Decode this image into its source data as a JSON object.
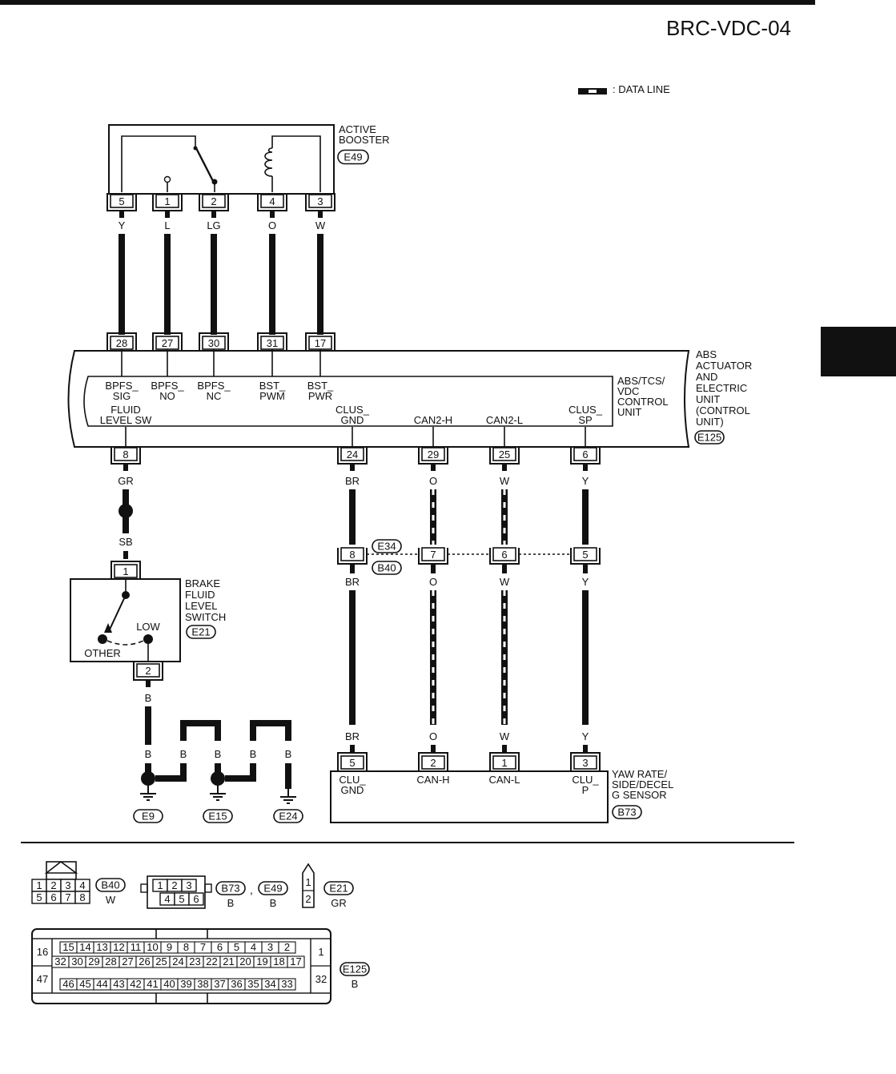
{
  "page_code": "BRC-VDC-04",
  "legend": {
    "data_line": ": DATA LINE"
  },
  "active_booster": {
    "label": [
      "ACTIVE",
      "BOOSTER"
    ],
    "connector": "E49",
    "pins": [
      {
        "pin": "5",
        "wire": "Y",
        "abs_pin": "28",
        "abs_func": [
          "BPFS_",
          "SIG"
        ]
      },
      {
        "pin": "1",
        "wire": "L",
        "abs_pin": "27",
        "abs_func": [
          "BPFS_",
          "NO"
        ]
      },
      {
        "pin": "2",
        "wire": "LG",
        "abs_pin": "30",
        "abs_func": [
          "BPFS_",
          "NC"
        ]
      },
      {
        "pin": "4",
        "wire": "O",
        "abs_pin": "31",
        "abs_func": [
          "BST_",
          "PWM"
        ]
      },
      {
        "pin": "3",
        "wire": "W",
        "abs_pin": "17",
        "abs_func": [
          "BST_",
          "PWR"
        ]
      }
    ]
  },
  "abs_unit": {
    "label": [
      "ABS",
      "ACTUATOR",
      "AND",
      "ELECTRIC",
      "UNIT",
      "(CONTROL",
      "UNIT)"
    ],
    "connector": "E125",
    "control_unit_label": [
      "ABS/TCS/",
      "VDC",
      "CONTROL",
      "UNIT"
    ],
    "lower_pins": [
      {
        "pin": "8",
        "func": [
          "FLUID",
          "LEVEL SW"
        ],
        "wire": "GR"
      },
      {
        "pin": "24",
        "func": [
          "CLUS_",
          "GND"
        ],
        "wire": "BR"
      },
      {
        "pin": "29",
        "func": [
          "CAN2-H"
        ],
        "wire": "O"
      },
      {
        "pin": "25",
        "func": [
          "CAN2-L"
        ],
        "wire": "W"
      },
      {
        "pin": "6",
        "func": [
          "CLUS_",
          "SP"
        ],
        "wire": "Y"
      }
    ]
  },
  "joint_connector": {
    "labels": [
      "E34",
      "B40"
    ],
    "pins": [
      "8",
      "7",
      "6",
      "5"
    ],
    "wires_below": [
      "BR",
      "O",
      "W",
      "Y"
    ]
  },
  "fluid_switch": {
    "label": [
      "BRAKE",
      "FLUID",
      "LEVEL",
      "SWITCH"
    ],
    "connector": "E21",
    "wire_in": "SB",
    "pin_in": "1",
    "pin_out": "2",
    "low": "LOW",
    "other": "OTHER",
    "wire_out": "B"
  },
  "grounds": {
    "wire_labels": [
      "B",
      "B",
      "B",
      "B",
      "B"
    ],
    "names": [
      "E9",
      "E15",
      "E24"
    ]
  },
  "yaw_sensor": {
    "label": [
      "YAW RATE/",
      "SIDE/DECEL",
      "G SENSOR"
    ],
    "connector": "B73",
    "pins": [
      {
        "pin": "5",
        "wire": "BR",
        "func": [
          "CLU_",
          "GND"
        ]
      },
      {
        "pin": "2",
        "wire": "O",
        "func": [
          "CAN-H"
        ]
      },
      {
        "pin": "1",
        "wire": "W",
        "func": [
          "CAN-L"
        ]
      },
      {
        "pin": "3",
        "wire": "Y",
        "func": [
          "CLU_",
          "P"
        ]
      }
    ]
  },
  "connector_views": {
    "b40": {
      "name": "B40",
      "color": "W",
      "top": [
        "1",
        "2",
        "3",
        "4"
      ],
      "bottom": [
        "5",
        "6",
        "7",
        "8"
      ]
    },
    "b73_e49": {
      "names": [
        "B73",
        "E49"
      ],
      "sep": ",",
      "colors": [
        "B",
        "B"
      ],
      "top": [
        "1",
        "2",
        "3"
      ],
      "bottom": [
        "4",
        "5",
        "6"
      ]
    },
    "e21": {
      "name": "E21",
      "color": "GR",
      "pins": [
        "1",
        "2"
      ]
    },
    "e125": {
      "name": "E125",
      "color": "B",
      "row1": [
        "15",
        "14",
        "13",
        "12",
        "11",
        "10",
        "9",
        "8",
        "7",
        "6",
        "5",
        "4",
        "3",
        "2"
      ],
      "row2": [
        "32",
        "30",
        "29",
        "28",
        "27",
        "26",
        "25",
        "24",
        "23",
        "22",
        "21",
        "20",
        "19",
        "18",
        "17"
      ],
      "row3": [
        "46",
        "45",
        "44",
        "43",
        "42",
        "41",
        "40",
        "39",
        "38",
        "37",
        "36",
        "35",
        "34",
        "33"
      ],
      "left": [
        "16",
        "47"
      ],
      "right": [
        "1",
        "32"
      ]
    }
  },
  "colors": {
    "ink": "#111111",
    "tab": "#111111"
  }
}
